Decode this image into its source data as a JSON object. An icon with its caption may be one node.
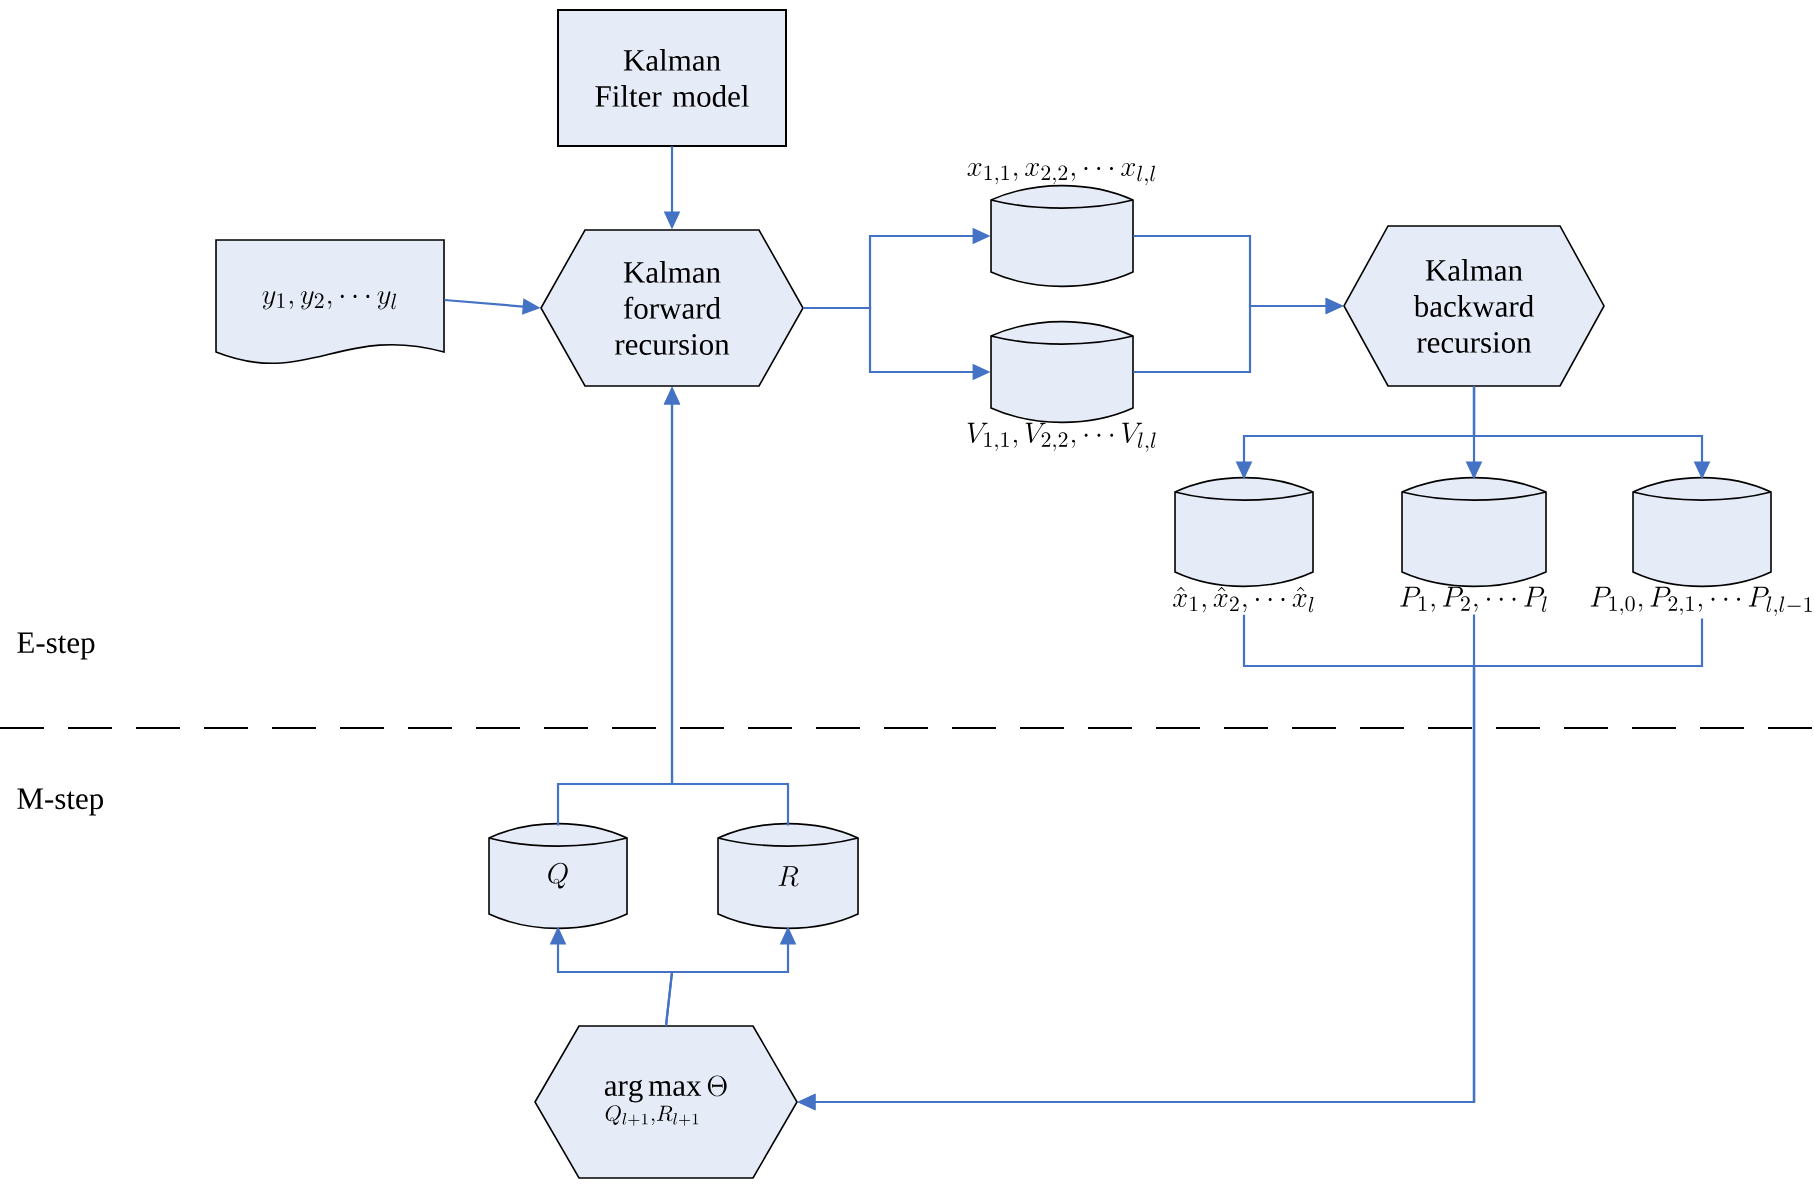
{
  "diagram": {
    "nodes": [
      {
        "text": [
          "Kalman Filter model"
        ]
      },
      {
        "text": [
          "y_1, y_2, \\cdots y_l"
        ]
      },
      {
        "text": [
          "Kalman forward recursion"
        ]
      },
      {
        "text": [],
        "shape": "cylinder",
        "beside": [
          "x_{1,1}, x_{2,2}, \\cdots x_{l,l}"
        ]
      },
      {
        "text": [],
        "shape": "cylinder",
        "beside": [
          "V_{1,1}, V_{2,2}, \\cdots V_{l,l}"
        ]
      },
      {
        "text": [
          "Kalman backward recursion"
        ]
      },
      {
        "text": [],
        "shape": "cylinder",
        "beside": [
          "\\hat{x}_1, \\hat{x}_2, \\cdots \\hat{x}_l"
        ]
      },
      {
        "text": [],
        "shape": "cylinder",
        "beside": [
          "P_1, P_2, \\cdots P_l"
        ]
      },
      {
        "text": [],
        "shape": "cylinder",
        "beside": [
          "P_{1,0}, P_{2,1}, \\cdots P_{l,l-1}"
        ]
      },
      {
        "text": [
          "Q"
        ]
      },
      {
        "text": [
          "R"
        ]
      },
      {
        "text": [
          "\\mathop{\\mathrm{arg\\,max}}\\limits_{Q_{l+1},R_{l+1}} \\Theta"
        ]
      }
    ],
    "edges": [
      {
        "from": 0,
        "to": 2,
        "arrow": "to"
      },
      {
        "from": 1,
        "to": 2,
        "arrow": "to"
      },
      {
        "from": 2,
        "to": 3,
        "arrow": "to"
      },
      {
        "from": 2,
        "to": 4,
        "arrow": "to"
      },
      {
        "from": 3,
        "to": 5,
        "arrow": "to"
      },
      {
        "from": 4,
        "to": 5,
        "arrow": "to"
      },
      {
        "from": 5,
        "to": 6,
        "arrow": "to"
      },
      {
        "from": 5,
        "to": 7,
        "arrow": "to"
      },
      {
        "from": 5,
        "to": 8,
        "arrow": "to"
      },
      {
        "from": 6,
        "to": 11,
        "arrow": "to"
      },
      {
        "from": 7,
        "to": 11,
        "arrow": "to"
      },
      {
        "from": 8,
        "to": 11,
        "arrow": "to"
      },
      {
        "from": 11,
        "to": 9,
        "arrow": "to"
      },
      {
        "from": 11,
        "to": 10,
        "arrow": "to"
      },
      {
        "from": 9,
        "to": 2,
        "arrow": "to"
      },
      {
        "from": 10,
        "to": 2,
        "arrow": "to"
      }
    ],
    "labels": [
      "E-step",
      "M-step"
    ]
  }
}
